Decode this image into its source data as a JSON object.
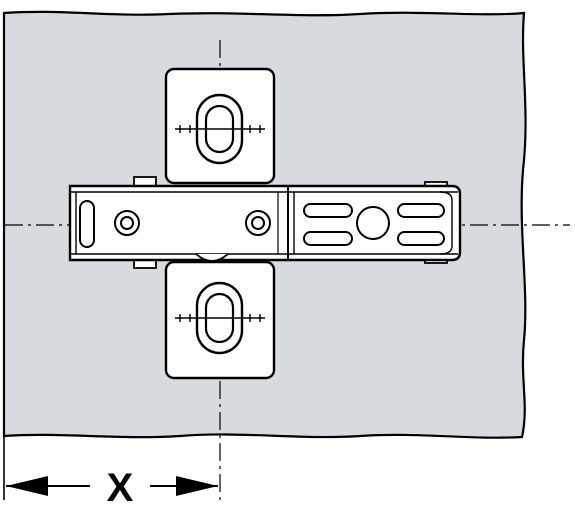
{
  "drawing": {
    "dimension_label": "X",
    "colors": {
      "panel_fill": "#d7dbe0",
      "part_fill": "#ffffff",
      "line": "#000000"
    },
    "parts": [
      "panel",
      "mounting-plate-top",
      "mounting-plate-bottom",
      "hinge-arm",
      "arm-slots",
      "arm-screws",
      "center-lines",
      "dimension-x"
    ]
  }
}
